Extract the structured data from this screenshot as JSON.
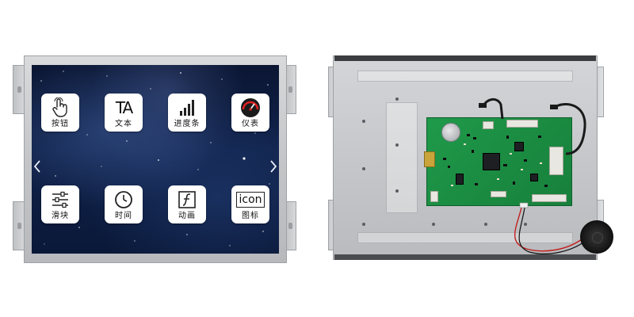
{
  "front_screen": {
    "apps_row1": [
      {
        "label": "按钮",
        "icon": "touch-hand-icon"
      },
      {
        "label": "文本",
        "icon": "text-icon"
      },
      {
        "label": "进度条",
        "icon": "progress-bars-icon"
      },
      {
        "label": "仪表",
        "icon": "gauge-icon"
      }
    ],
    "apps_row2": [
      {
        "label": "滑块",
        "icon": "slider-icon"
      },
      {
        "label": "时间",
        "icon": "clock-icon"
      },
      {
        "label": "动画",
        "icon": "animation-icon"
      },
      {
        "label": "图标",
        "icon": "icon-word-icon"
      }
    ],
    "text_icon_glyph": "TA",
    "icon_word": "icon",
    "nav_left": "‹",
    "nav_right": "›"
  },
  "colors": {
    "screen_bg": "#10224a",
    "pcb_green": "#1b8c42",
    "frame_silver": "#c3c5c8",
    "gauge_red": "#e02020"
  }
}
